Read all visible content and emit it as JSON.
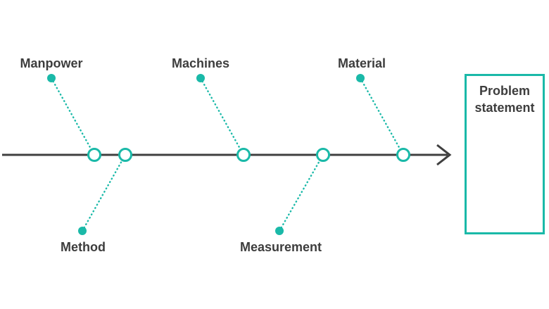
{
  "diagram": {
    "type": "fishbone",
    "colors": {
      "accent": "#1ab9a8",
      "spine": "#3f3f3f",
      "text": "#3d3d3d",
      "background": "#ffffff"
    },
    "branches": [
      {
        "label": "Manpower",
        "side": "top"
      },
      {
        "label": "Machines",
        "side": "top"
      },
      {
        "label": "Material",
        "side": "top"
      },
      {
        "label": "Method",
        "side": "bottom"
      },
      {
        "label": "Measurement",
        "side": "bottom"
      }
    ],
    "problem_box": {
      "label": "Problem statement"
    }
  }
}
